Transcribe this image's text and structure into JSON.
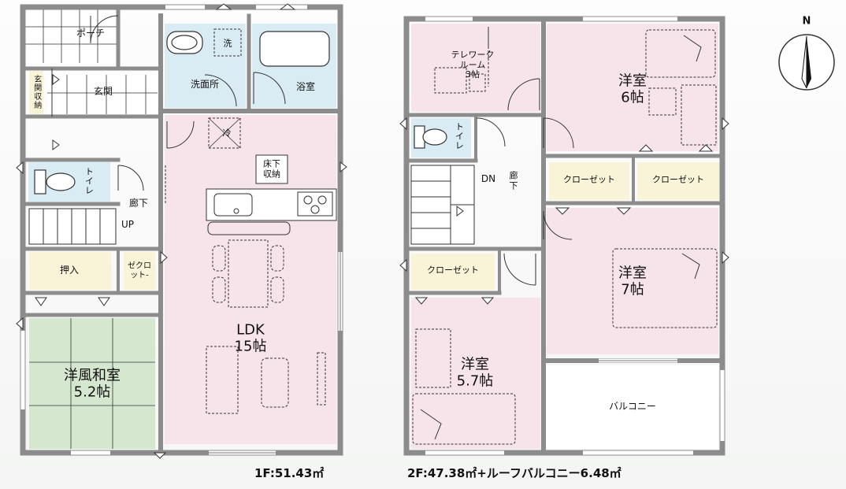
{
  "floor1": {
    "rooms": {
      "porch": "ポーチ",
      "entrance": "玄関",
      "entrance_storage": "玄関収納",
      "toilet": "トイレ",
      "hall": "廊下",
      "up": "UP",
      "closet": "押入",
      "zeklo": "ゼクロ\nット-",
      "washroom": "洗面所",
      "wash_mark": "洗",
      "bath": "浴室",
      "fridge": "冷",
      "underfloor": "床下\n収納",
      "ldk": "LDK\n15帖",
      "washitsu": "洋風和室\n5.2帖"
    },
    "area_label": "1F:51.43㎡"
  },
  "floor2": {
    "rooms": {
      "telework": "テレワーク\nルーム\n3帖",
      "toilet": "トイレ",
      "dn": "DN",
      "hall": "廊\n下",
      "bedroom1": "洋室\n6帖",
      "closet1": "クローゼット",
      "closet2": "クローゼット",
      "closet3": "クローゼット",
      "bedroom2": "洋室\n7帖",
      "bedroom3": "洋室\n5.7帖",
      "balcony": "バルコニー"
    },
    "area_label": "2F:47.38㎡+ルーフバルコニー6.48㎡"
  },
  "compass": {
    "north": "N"
  },
  "colors": {
    "wall": "#8c8c8c",
    "pink": "#f6e4ea",
    "blue": "#d9ebf3",
    "cream": "#f9f3d8",
    "tatami": "#d5e8cf",
    "white": "#ffffff"
  }
}
